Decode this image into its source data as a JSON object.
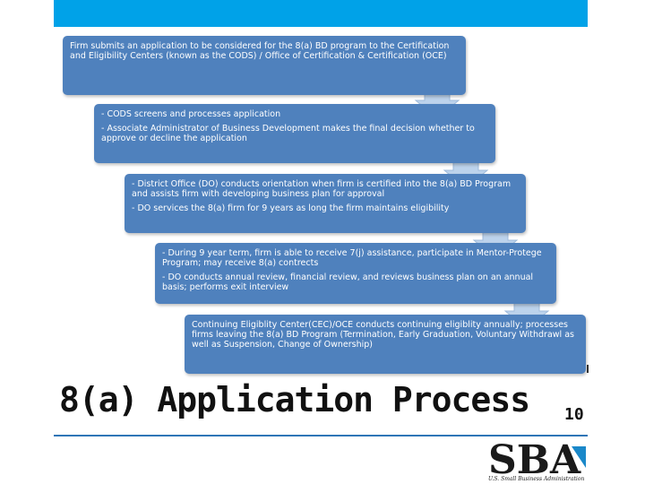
{
  "colors": {
    "accent_bar": "#00a2e8",
    "step_fill": "#4f81bd",
    "arrow_fill": "#bcd3ec",
    "underline": "#2e75b6"
  },
  "flow": {
    "steps": [
      {
        "lines": [
          "Firm submits an application to be considered for the 8(a) BD program to the Certification and Eligibility Centers (known as the CODS) / Office of Certification & Certification (OCE)"
        ]
      },
      {
        "lines": [
          "- CODS screens and processes application",
          "- Associate Administrator of Business Development makes the final decision whether to approve or decline the application"
        ]
      },
      {
        "lines": [
          "- District Office (DO) conducts orientation when firm is certified into the 8(a) BD Program and assists firm with developing business plan for approval",
          "- DO services the 8(a) firm for 9 years as long the firm maintains eligibility"
        ]
      },
      {
        "lines": [
          "- During 9 year term, firm is able to receive 7(j) assistance, participate in Mentor-Protege Program; may receive 8(a) contrects",
          "- DO conducts annual review, financial review, and reviews business plan on an annual basis; performs exit interview"
        ]
      },
      {
        "lines": [
          "Continuing Eligiblity Center(CEC)/OCE conducts continuing eligiblity annually; processes firms leaving the 8(a) BD Program (Termination, Early Graduation, Voluntary Withdrawl as well as Suspension, Change of Ownership)"
        ]
      }
    ]
  },
  "slide": {
    "title": "8(a) Application Process",
    "page_number": "10"
  },
  "logo": {
    "text": "SBA",
    "subtitle": "U.S. Small Business Administration"
  }
}
